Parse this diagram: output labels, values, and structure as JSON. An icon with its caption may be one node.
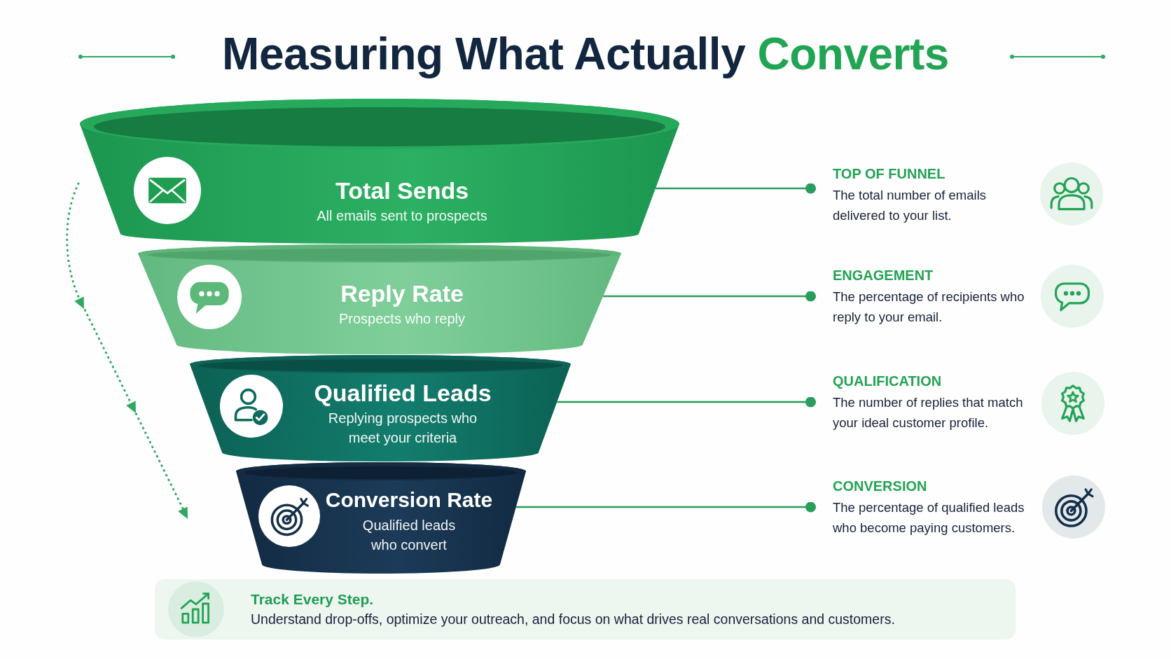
{
  "diagram": {
    "title": "Measuring What Actually Converts",
    "nodes": [
      {
        "text": [
          "Total Sends",
          "All emails sent to prospects"
        ]
      },
      {
        "text": [
          "Reply Rate",
          "Prospects who reply"
        ]
      },
      {
        "text": [
          "Qualified Leads",
          "Replying prospects who meet your criteria"
        ]
      },
      {
        "text": [
          "Conversion Rate",
          "Qualified leads who convert"
        ]
      },
      {
        "text": [
          "TOP OF FUNNEL",
          "The total number of emails delivered to your list."
        ]
      },
      {
        "text": [
          "ENGAGEMENT",
          "The percentage of recipients who reply to your email."
        ]
      },
      {
        "text": [
          "QUALIFICATION",
          "The number of replies that match your ideal customer profile."
        ]
      },
      {
        "text": [
          "CONVERSION",
          "The percentage of qualified leads who become paying customers."
        ]
      },
      {
        "text": [
          "Track Every Step.",
          "Understand drop-offs, optimize your outreach, and focus on what drives real conversations and customers."
        ]
      }
    ],
    "edges": [
      {
        "from": 0,
        "to": 4,
        "arrow": "other"
      },
      {
        "from": 1,
        "to": 5,
        "arrow": "other"
      },
      {
        "from": 2,
        "to": 6,
        "arrow": "other"
      },
      {
        "from": 3,
        "to": 7,
        "arrow": "other"
      }
    ]
  }
}
